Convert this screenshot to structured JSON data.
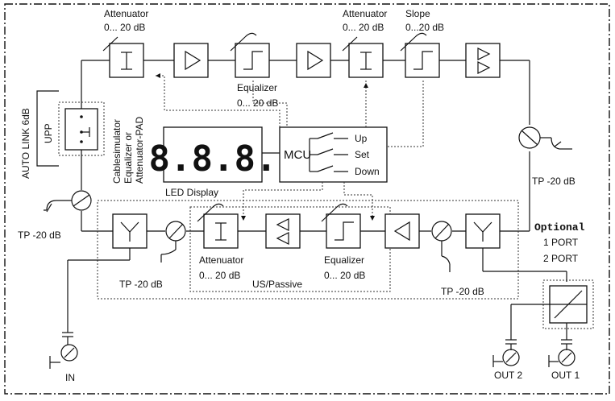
{
  "labels": {
    "att_top_1": "Attenuator",
    "att_top_1_range": "0... 20 dB",
    "att_top_2": "Attenuator",
    "att_top_2_range": "0... 20 dB",
    "slope": "Slope",
    "slope_range": "0...20 dB",
    "eq_top": "Equalizer",
    "eq_top_range": "0... 20 dB",
    "auto_link": "AUTO LINK 6dB",
    "upp": "UPP",
    "cablesim_1": "Cablesimulator",
    "cablesim_2": "Equalizer or",
    "cablesim_3": "Attenuator-PAD",
    "led_digits": "8.8.8.",
    "led_display": "LED Display",
    "mcu": "MCU",
    "sw_up": "Up",
    "sw_set": "Set",
    "sw_down": "Down",
    "tp_right": "TP -20 dB",
    "tp_left": "TP -20 dB",
    "tp_bottom_left": "TP -20 dB",
    "tp_bottom_right": "TP -20 dB",
    "att_bottom": "Attenuator",
    "att_bottom_range": "0... 20 dB",
    "eq_bottom": "Equalizer",
    "eq_bottom_range": "0... 20 dB",
    "us_passive": "US/Passive",
    "optional": "Optional",
    "port_1": "1 PORT",
    "port_2": "2 PORT",
    "in": "IN",
    "out2": "OUT 2",
    "out1": "OUT 1"
  }
}
